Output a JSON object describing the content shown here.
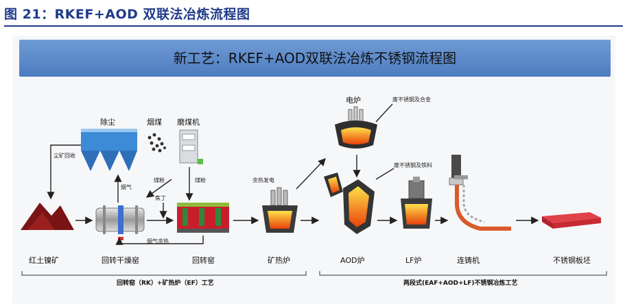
{
  "figure_title": "图 21：RKEF+AOD 双联法冶炼流程图",
  "banner": "新工艺：RKEF+AOD双联法冶炼不锈钢流程图",
  "labels": {
    "laterite": "红土镍矿",
    "dryer": "回转干燥窑",
    "kiln": "回转窑",
    "furnace": "矿热炉",
    "aod": "AOD炉",
    "lf": "LF炉",
    "caster": "连铸机",
    "slab": "不锈钢板坯",
    "dust": "除尘",
    "coal": "烟煤",
    "mill": "磨煤机",
    "eaf": "电炉"
  },
  "small_labels": {
    "dust_return": "尘矿回收",
    "flue_gas": "烟气",
    "coal_powder_a": "煤粉",
    "coal_powder_b": "煤粉",
    "coke": "焦丁",
    "waste_heat": "烟气余热",
    "residual_power": "余热发电",
    "eaf_alloy": "废不锈钢及合金",
    "aod_alloy": "废不锈钢及铁料"
  },
  "stages": {
    "left": "回转窑（RK）+矿热炉（EF）工艺",
    "right": "两段式(EAF+AOD+LF)不锈钢冶炼工艺"
  }
}
